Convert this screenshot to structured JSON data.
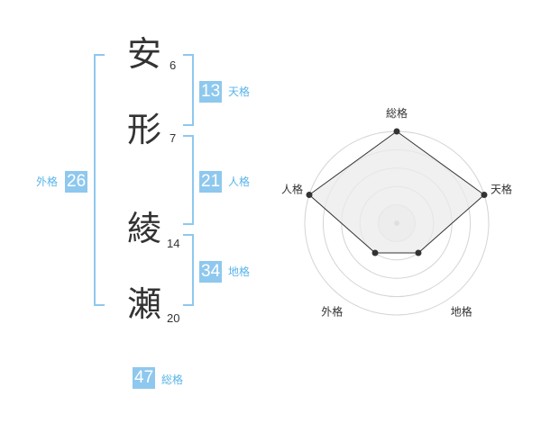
{
  "name_chars": [
    {
      "char": "安",
      "strokes": "6"
    },
    {
      "char": "形",
      "strokes": "7"
    },
    {
      "char": "綾",
      "strokes": "14"
    },
    {
      "char": "瀬",
      "strokes": "20"
    }
  ],
  "kaku": {
    "tenkaku": {
      "value": "13",
      "label": "天格"
    },
    "jinkaku": {
      "value": "21",
      "label": "人格"
    },
    "chikaku": {
      "value": "34",
      "label": "地格"
    },
    "gaikaku": {
      "value": "26",
      "label": "外格"
    },
    "soukaku": {
      "value": "47",
      "label": "総格"
    }
  },
  "colors": {
    "accent": "#8ec8ee",
    "label": "#5ab4e8",
    "text": "#333333",
    "ring": "#d4d4d4",
    "fill": "#ebebeb",
    "ring_fill": "#f4f4f4"
  },
  "chart_data": {
    "type": "radar",
    "axes": [
      "総格",
      "天格",
      "地格",
      "外格",
      "人格"
    ],
    "values": [
      5,
      5,
      2,
      2,
      5
    ],
    "max": 5,
    "levels": 5
  }
}
